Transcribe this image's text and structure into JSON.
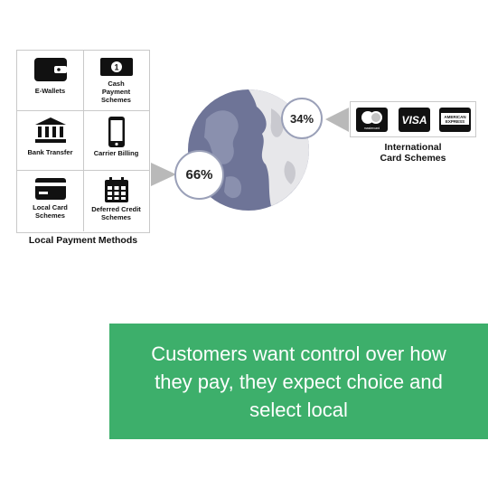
{
  "local_methods": {
    "title": "Local Payment Methods",
    "items": [
      {
        "label": "E-Wallets",
        "icon": "wallet-icon"
      },
      {
        "label": "Cash\nPayment\nSchemes",
        "icon": "cash-icon"
      },
      {
        "label": "Bank Transfer",
        "icon": "bank-icon"
      },
      {
        "label": "Carrier Billing",
        "icon": "phone-icon"
      },
      {
        "label": "Local Card\nSchemes",
        "icon": "card-icon"
      },
      {
        "label": "Deferred Credit\nSchemes",
        "icon": "calendar-icon"
      }
    ]
  },
  "shares": {
    "local": "66%",
    "international": "34%"
  },
  "international": {
    "title": "International\nCard Schemes",
    "brands": [
      {
        "name": "mastercard",
        "icon": "mastercard-icon"
      },
      {
        "name": "VISA",
        "icon": "visa-icon"
      },
      {
        "name": "AMERICAN EXPRESS",
        "icon": "amex-icon"
      }
    ]
  },
  "banner": {
    "text": "Customers want control over how\nthey pay, they expect choice and\nselect local"
  },
  "colors": {
    "globe": "#6e7497",
    "banner": "#3daf6b",
    "badge_border": "#9aa0b8"
  }
}
